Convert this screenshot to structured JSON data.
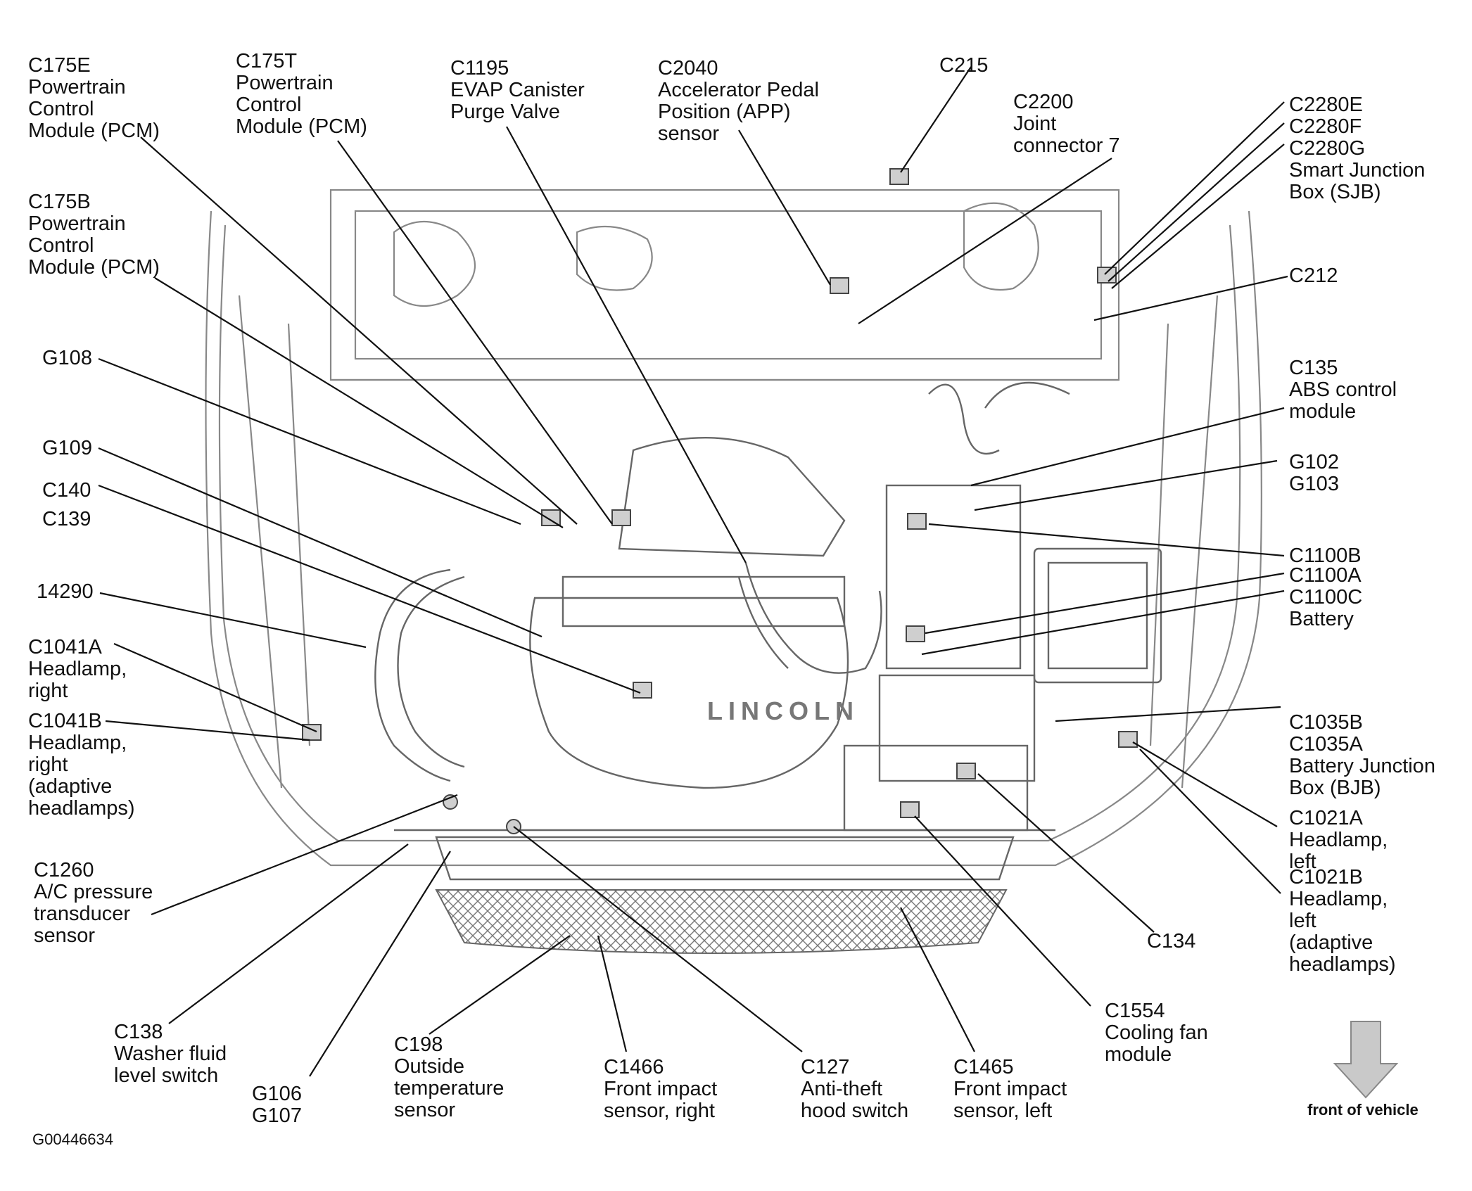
{
  "figure_id": "G00446634",
  "front_label": "front of vehicle",
  "engine_badge": "LINCOLN",
  "labels": [
    {
      "id": "c175e",
      "text": "C175E\nPowertrain\nControl\nModule (PCM)"
    },
    {
      "id": "c175t",
      "text": "C175T\nPowertrain\nControl\nModule (PCM)"
    },
    {
      "id": "c1195",
      "text": "C1195\nEVAP Canister\nPurge Valve"
    },
    {
      "id": "c2040",
      "text": "C2040\nAccelerator Pedal\nPosition (APP)\nsensor"
    },
    {
      "id": "c215",
      "text": "C215"
    },
    {
      "id": "c2200",
      "text": "C2200\nJoint\nconnector 7"
    },
    {
      "id": "c2280",
      "text": "C2280E\nC2280F\nC2280G\nSmart Junction\nBox (SJB)"
    },
    {
      "id": "c175b",
      "text": "C175B\nPowertrain\nControl\nModule (PCM)"
    },
    {
      "id": "c212",
      "text": "C212"
    },
    {
      "id": "g108",
      "text": "G108"
    },
    {
      "id": "c135",
      "text": "C135\nABS control\nmodule"
    },
    {
      "id": "g109",
      "text": "G109"
    },
    {
      "id": "g102",
      "text": "G102\nG103"
    },
    {
      "id": "c140",
      "text": "C140"
    },
    {
      "id": "c139",
      "text": "C139"
    },
    {
      "id": "c1100b",
      "text": "C1100B"
    },
    {
      "id": "c1100a",
      "text": "C1100A"
    },
    {
      "id": "c1100c",
      "text": "C1100C\nBattery"
    },
    {
      "id": "n14290",
      "text": "14290"
    },
    {
      "id": "c1041a",
      "text": "C1041A\nHeadlamp,\nright"
    },
    {
      "id": "c1041b",
      "text": "C1041B\nHeadlamp,\nright\n(adaptive\nheadlamps)"
    },
    {
      "id": "c1035",
      "text": "C1035B\nC1035A\nBattery Junction\nBox (BJB)"
    },
    {
      "id": "c1021a",
      "text": "C1021A\nHeadlamp,\nleft"
    },
    {
      "id": "c1260",
      "text": "C1260\nA/C pressure\ntransducer\nsensor"
    },
    {
      "id": "c1021b",
      "text": "C1021B\nHeadlamp,\nleft\n(adaptive\nheadlamps)"
    },
    {
      "id": "c134",
      "text": "C134"
    },
    {
      "id": "c138",
      "text": "C138\nWasher fluid\nlevel switch"
    },
    {
      "id": "c1554",
      "text": "C1554\nCooling fan\nmodule"
    },
    {
      "id": "c198",
      "text": "C198\nOutside\ntemperature\nsensor"
    },
    {
      "id": "c1466",
      "text": "C1466\nFront impact\nsensor, right"
    },
    {
      "id": "c127",
      "text": "C127\nAnti-theft\nhood switch"
    },
    {
      "id": "c1465",
      "text": "C1465\nFront impact\nsensor, left"
    },
    {
      "id": "g106",
      "text": "G106\nG107"
    }
  ]
}
